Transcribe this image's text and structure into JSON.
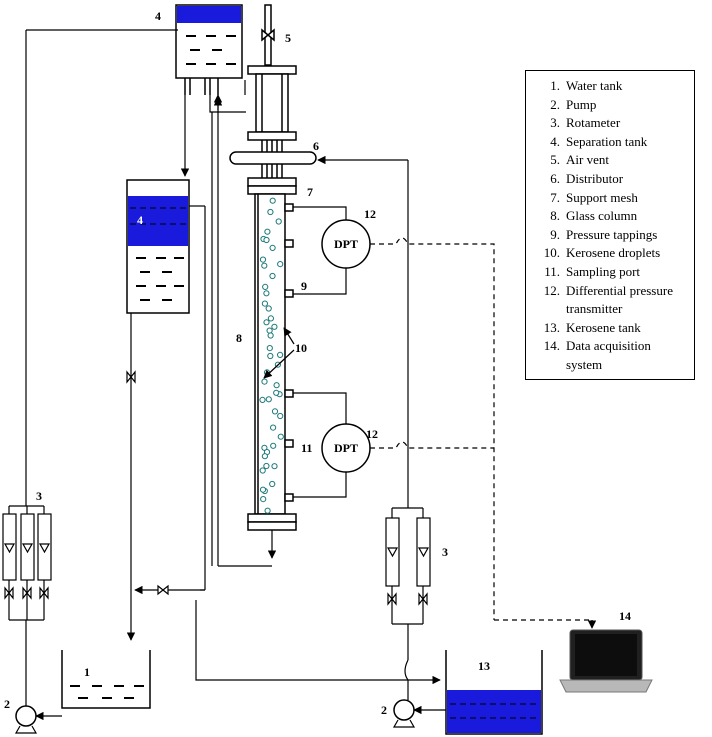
{
  "colors": {
    "line": "#000000",
    "kerosene_blue": "#1a1adc",
    "droplet_fill": "#ffffff",
    "droplet_stroke": "#1f7a7a",
    "laptop_dark": "#202020",
    "laptop_silver": "#b8b8b8"
  },
  "labels": {
    "separation_tank_top": "4",
    "separation_tank_mid": "4",
    "air_vent": "5",
    "distributor": "6",
    "support_mesh": "7",
    "glass_column": "8",
    "tapping_9": "9",
    "droplets_10": "10",
    "sampling_11": "11",
    "dpt_12_top": "12",
    "dpt_12_bottom": "12",
    "rotameter_left": "3",
    "rotameter_right": "3",
    "water_tank": "1",
    "kerosene_tank": "13",
    "pump_left": "2",
    "pump_right": "2",
    "daq": "14"
  },
  "dpt": {
    "top": "DPT",
    "bottom": "DPT"
  },
  "legend": [
    {
      "num": "1.",
      "text": "Water tank"
    },
    {
      "num": "2.",
      "text": "Pump"
    },
    {
      "num": "3.",
      "text": "Rotameter"
    },
    {
      "num": "4.",
      "text": "Separation tank"
    },
    {
      "num": "5.",
      "text": "Air vent"
    },
    {
      "num": "6.",
      "text": "Distributor"
    },
    {
      "num": "7.",
      "text": "Support mesh"
    },
    {
      "num": "8.",
      "text": "Glass column"
    },
    {
      "num": "9.",
      "text": "Pressure tappings"
    },
    {
      "num": "10.",
      "text": "Kerosene droplets"
    },
    {
      "num": "11.",
      "text": "Sampling port"
    },
    {
      "num": "12.",
      "text": "Differential pressure transmitter"
    },
    {
      "num": "13.",
      "text": "Kerosene tank"
    },
    {
      "num": "14.",
      "text": "Data acquisition system"
    }
  ]
}
